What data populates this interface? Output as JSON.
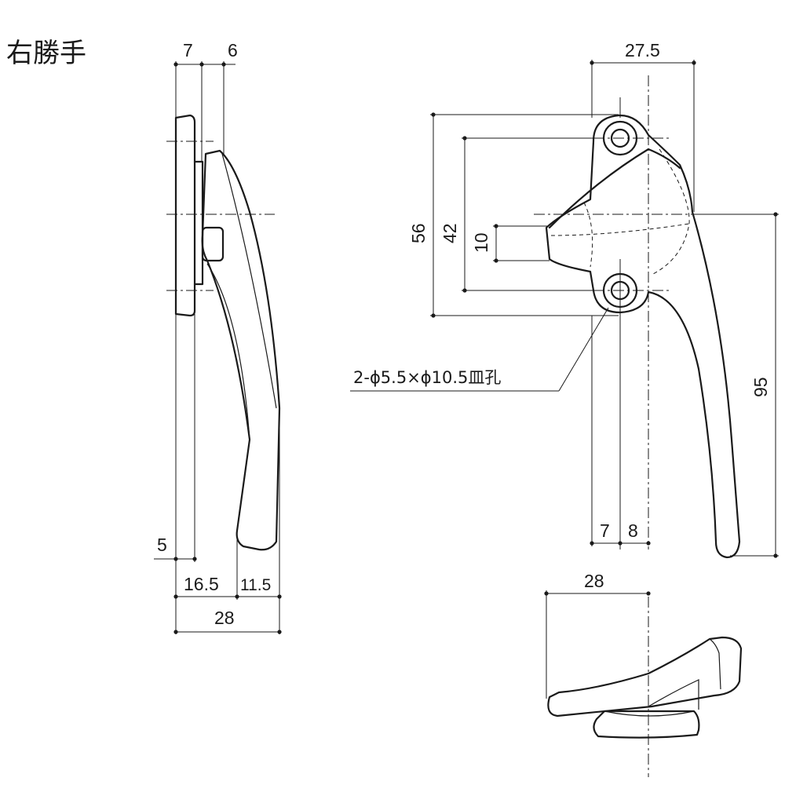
{
  "title": "右勝手",
  "side_view": {
    "dims": {
      "top_a": "7",
      "top_b": "6",
      "base_thickness": "5",
      "bottom_a": "16.5",
      "bottom_b": "11.5",
      "overall_width": "28"
    }
  },
  "front_view": {
    "dims": {
      "top_width": "27.5",
      "outer_height": "56",
      "hole_pitch": "42",
      "nub_height": "10",
      "overall_height": "95",
      "bottom_a": "7",
      "bottom_b": "8"
    },
    "hole_note": "2-ϕ5.5×ϕ10.5皿孔"
  },
  "bottom_view": {
    "dims": {
      "width": "28"
    }
  }
}
